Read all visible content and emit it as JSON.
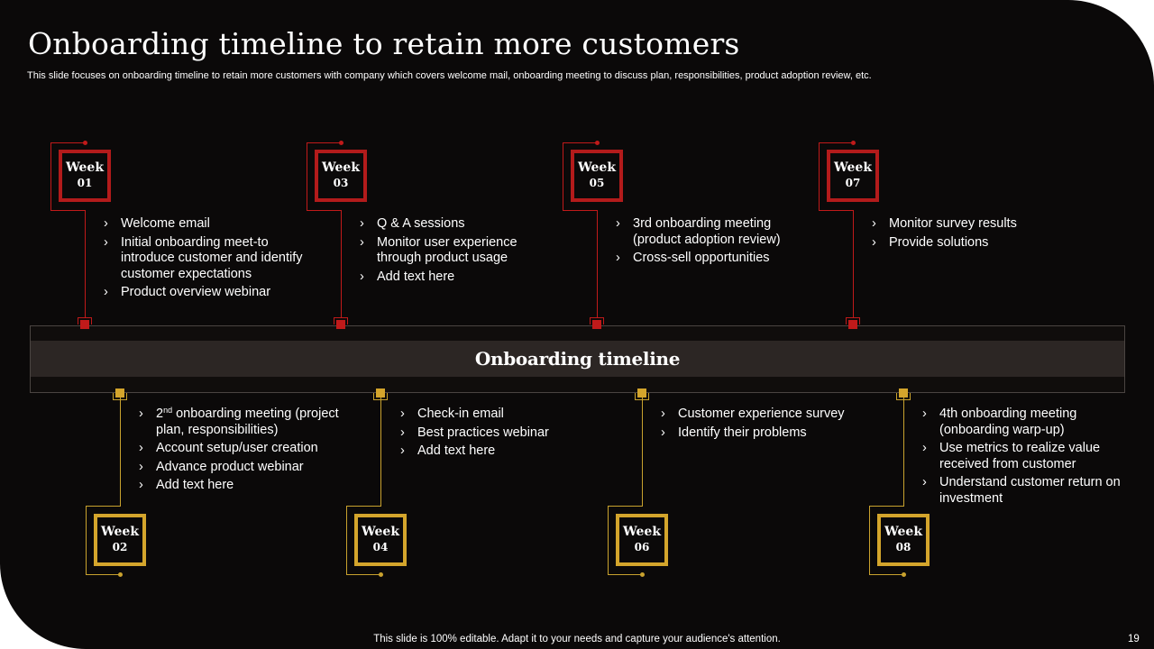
{
  "slide": {
    "title": "Onboarding timeline to retain more customers",
    "subtitle": "This slide focuses on onboarding timeline to retain more customers with company which covers welcome mail, onboarding meeting to discuss plan, responsibilities, product adoption review, etc.",
    "center_label": "Onboarding timeline",
    "footer": "This slide is 100% editable. Adapt it to your needs and capture your audience's attention.",
    "page_number": "19"
  },
  "colors": {
    "background": "#0b0909",
    "red_accent": "#b31b1b",
    "gold_accent": "#d4a52c",
    "band": "#2c2624"
  },
  "weeks": [
    {
      "label": "Week",
      "num": "01",
      "items": [
        "Welcome email",
        "Initial onboarding meet-to introduce customer and identify customer expectations",
        "Product overview webinar"
      ]
    },
    {
      "label": "Week",
      "num": "02",
      "items": [
        "2nd onboarding meeting (project plan, responsibilities)",
        "Account setup/user creation",
        "Advance product webinar",
        "Add text here"
      ]
    },
    {
      "label": "Week",
      "num": "03",
      "items": [
        "Q & A sessions",
        "Monitor user experience through product usage",
        "Add text here"
      ]
    },
    {
      "label": "Week",
      "num": "04",
      "items": [
        "Check-in email",
        "Best practices webinar",
        "Add text here"
      ]
    },
    {
      "label": "Week",
      "num": "05",
      "items": [
        "3rd onboarding meeting (product adoption review)",
        "Cross-sell opportunities"
      ]
    },
    {
      "label": "Week",
      "num": "06",
      "items": [
        "Customer experience survey",
        "Identify their problems"
      ]
    },
    {
      "label": "Week",
      "num": "07",
      "items": [
        "Monitor survey results",
        "Provide solutions"
      ]
    },
    {
      "label": "Week",
      "num": "08",
      "items": [
        "4th onboarding meeting (onboarding warp-up)",
        "Use metrics to realize value received from customer",
        "Understand customer return on investment"
      ]
    }
  ],
  "week02_first_item_parts": {
    "num": "2",
    "sup": "nd",
    "rest": " onboarding meeting (project plan, responsibilities)"
  }
}
